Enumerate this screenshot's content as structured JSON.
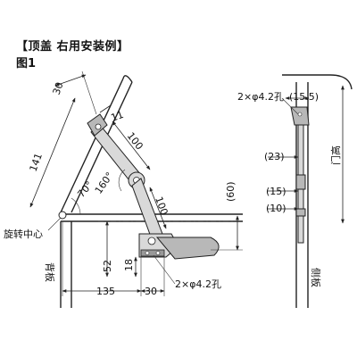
{
  "header": {
    "title": "【顶盖 右用安装例】",
    "figure_label": "图1"
  },
  "left_view": {
    "dims": {
      "d30_top": "30",
      "d141": "141",
      "d11": "11",
      "d100_upper": "100",
      "d100_lower": "100",
      "d60": "(60)",
      "d52": "52",
      "d18": "18",
      "d135": "135",
      "d30_bottom": "30"
    },
    "angles": {
      "a70": "70°",
      "a160": "160°"
    },
    "labels": {
      "pivot_center": "旋转中心",
      "back_panel": "背板",
      "hole_spec": "2×φ4.2孔"
    }
  },
  "right_view": {
    "dims": {
      "d15_5": "(15.5)",
      "d23": "(23)",
      "d15": "(15)",
      "d10": "(10)"
    },
    "labels": {
      "hole_spec": "2×φ4.2孔",
      "door_height": "门高",
      "side_panel": "侧板"
    }
  }
}
